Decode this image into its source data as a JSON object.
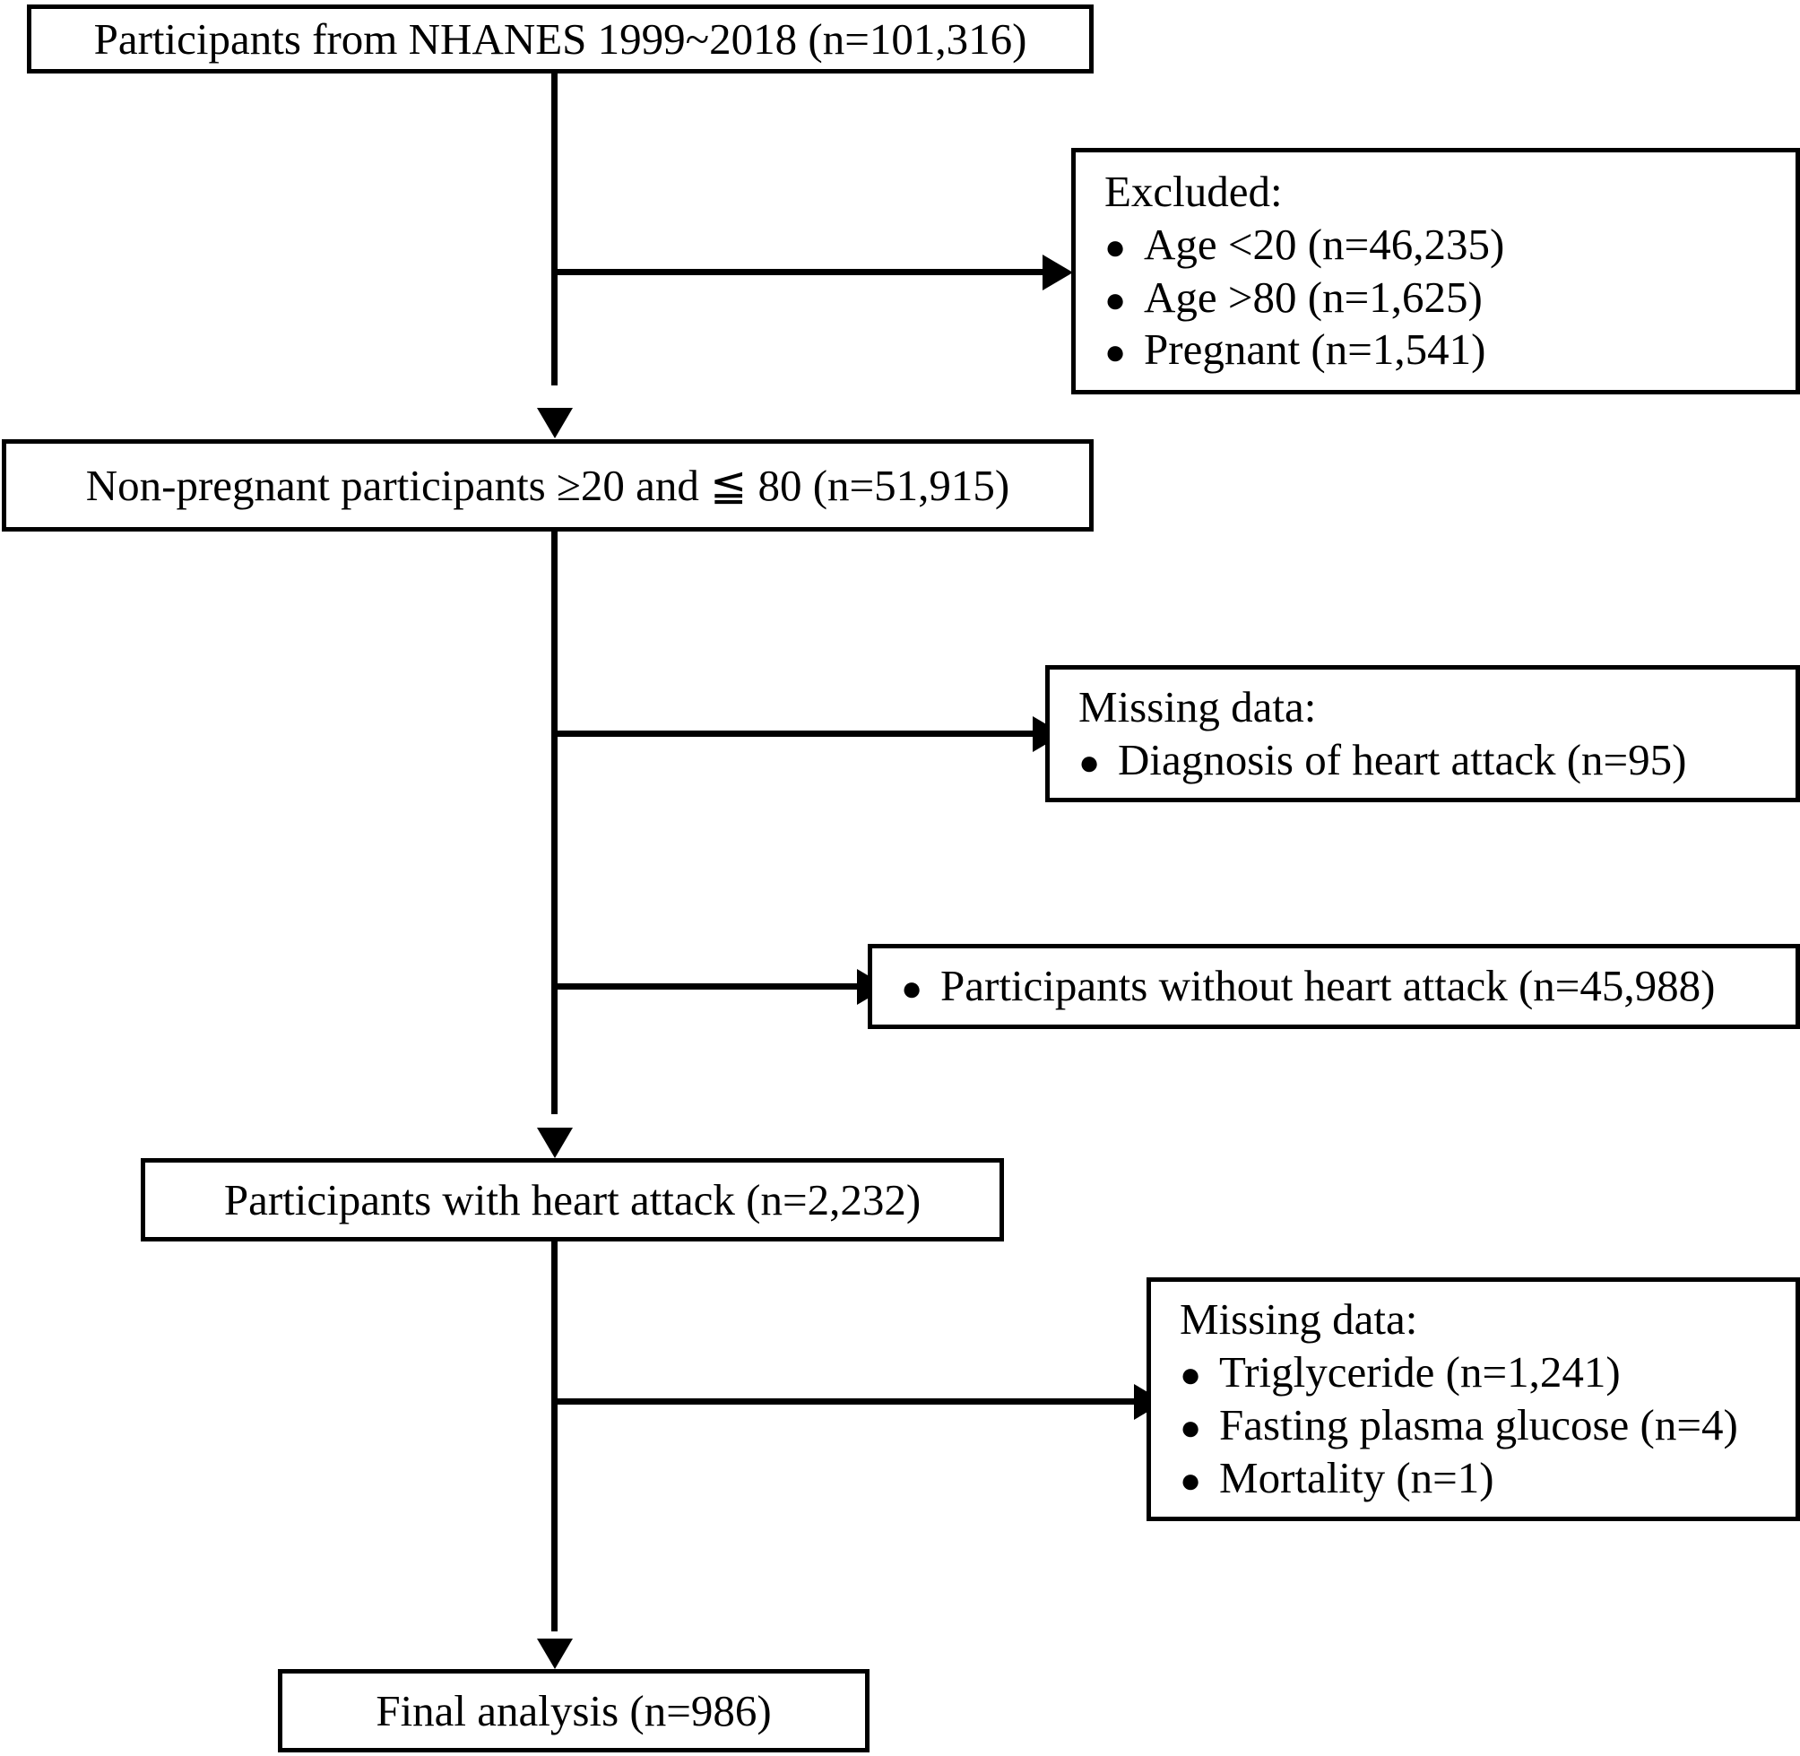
{
  "figure": {
    "type": "flowchart",
    "kind": "participant-selection-flow-diagram",
    "bullet_glyph": "●"
  },
  "nodes": {
    "source": {
      "id": "source-population",
      "text": "Participants from NHANES 1999~2018 (n=101,316)"
    },
    "excluded": {
      "id": "excluded-box",
      "heading": "Excluded:",
      "items": [
        "Age <20 (n=46,235)",
        "Age >80 (n=1,625)",
        "Pregnant (n=1,541)"
      ]
    },
    "eligible": {
      "id": "eligible-population",
      "text": "Non-pregnant participants ≥20 and ≦ 80 (n=51,915)"
    },
    "missing_diagnosis": {
      "id": "missing-data-diagnosis-box",
      "heading": "Missing data:",
      "items": [
        "Diagnosis of heart attack (n=95)"
      ]
    },
    "without_heart_attack": {
      "id": "without-heart-attack-box",
      "items": [
        "Participants without heart attack (n=45,988)"
      ]
    },
    "with_heart_attack": {
      "id": "with-heart-attack",
      "text": "Participants with heart attack (n=2,232)"
    },
    "missing_labs": {
      "id": "missing-data-labs-box",
      "heading": "Missing data:",
      "items": [
        "Triglyceride (n=1,241)",
        "Fasting plasma glucose (n=4)",
        "Mortality (n=1)"
      ]
    },
    "final": {
      "id": "final-analysis",
      "text": "Final analysis (n=986)"
    }
  },
  "counts": {
    "total_nhanes": "101,316",
    "excluded_age_under_20": "46,235",
    "excluded_age_over_80": "1,625",
    "excluded_pregnant": "1,541",
    "eligible": "51,915",
    "missing_diagnosis_heart_attack": "95",
    "without_heart_attack": "45,988",
    "with_heart_attack": "2,232",
    "missing_triglyceride": "1,241",
    "missing_fasting_plasma_glucose": "4",
    "missing_mortality": "1",
    "final_analysis": "986"
  },
  "colors": {
    "stroke": "#000000",
    "fill": "#ffffff",
    "text": "#000000"
  }
}
